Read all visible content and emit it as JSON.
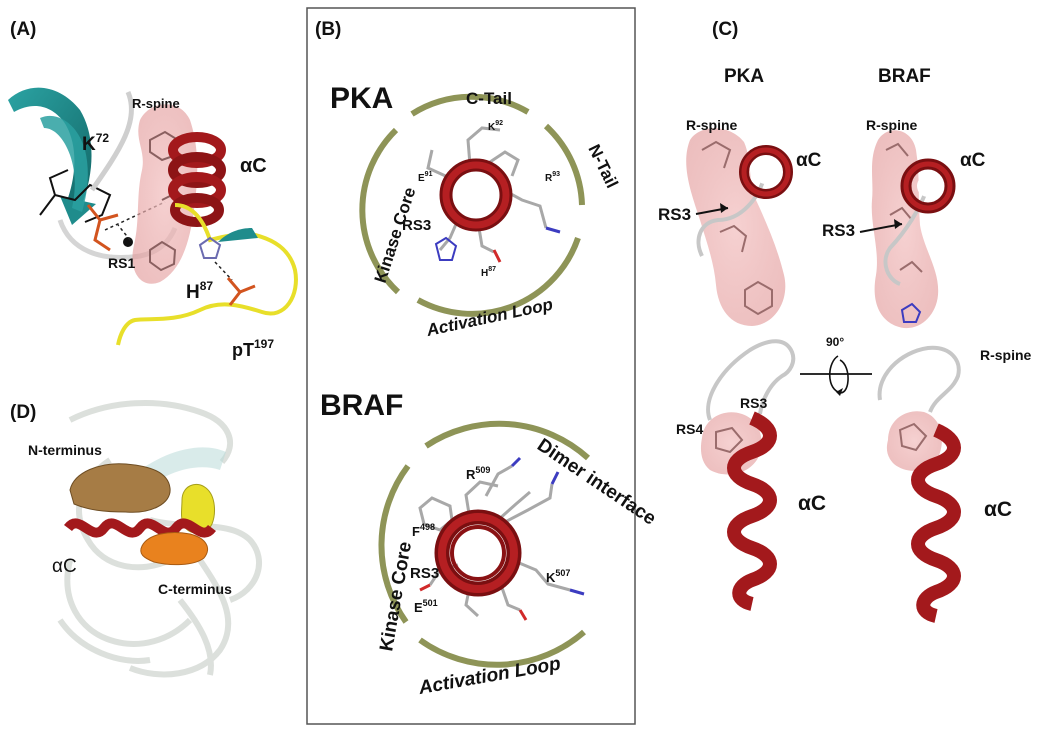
{
  "panels": {
    "a": {
      "label": "(A)",
      "r_spine": "R-spine",
      "k72": {
        "base": "K",
        "sup": "72"
      },
      "alpha_c": "αC",
      "rs1": "RS1",
      "h87": {
        "base": "H",
        "sup": "87"
      },
      "pt197": {
        "base": "pT",
        "sup": "197"
      }
    },
    "b": {
      "label": "(B)",
      "pka": {
        "title": "PKA",
        "arcs": {
          "top": "C-Tail",
          "right": "N-Tail",
          "left": "Kinase Core",
          "bottom": "Activation Loop"
        },
        "residues": [
          {
            "base": "K",
            "sup": "92"
          },
          {
            "base": "E",
            "sup": "91"
          },
          {
            "base": "R",
            "sup": "93"
          },
          {
            "base": "H",
            "sup": "87"
          }
        ],
        "rs3": "RS3"
      },
      "braf": {
        "title": "BRAF",
        "arcs": {
          "top": "Dimer interface",
          "left": "Kinase Core",
          "bottom": "Activation Loop"
        },
        "residues": [
          {
            "base": "R",
            "sup": "509"
          },
          {
            "base": "F",
            "sup": "498"
          },
          {
            "base": "K",
            "sup": "507"
          },
          {
            "base": "E",
            "sup": "501"
          }
        ],
        "rs3": "RS3"
      }
    },
    "c": {
      "label": "(C)",
      "pka_title": "PKA",
      "braf_title": "BRAF",
      "r_spine_pka": "R-spine",
      "r_spine_braf": "R-spine",
      "alpha_c_pka": "αC",
      "alpha_c_braf": "αC",
      "rs3_pka": "RS3",
      "rs3_braf": "RS3",
      "rotation": "90°",
      "rs4_lower": "RS4",
      "rs3_lower": "RS3",
      "r_spine_lower": "R-spine",
      "alpha_c_lower_left": "αC",
      "alpha_c_lower_right": "αC"
    },
    "d": {
      "label": "(D)",
      "n_terminus": "N-terminus",
      "alpha_c": "αC",
      "c_terminus": "C-terminus"
    }
  },
  "colors": {
    "helix": "#a3191c",
    "helix_dark": "#6e0c0e",
    "olive_arc": "#8e9457",
    "spine": "#e8a6a6",
    "teal": "#1f8c8c",
    "yellow": "#e8df2a",
    "stick_grey": "#a8a8a8",
    "tan": "#a67c45",
    "orange": "#e9821e"
  }
}
